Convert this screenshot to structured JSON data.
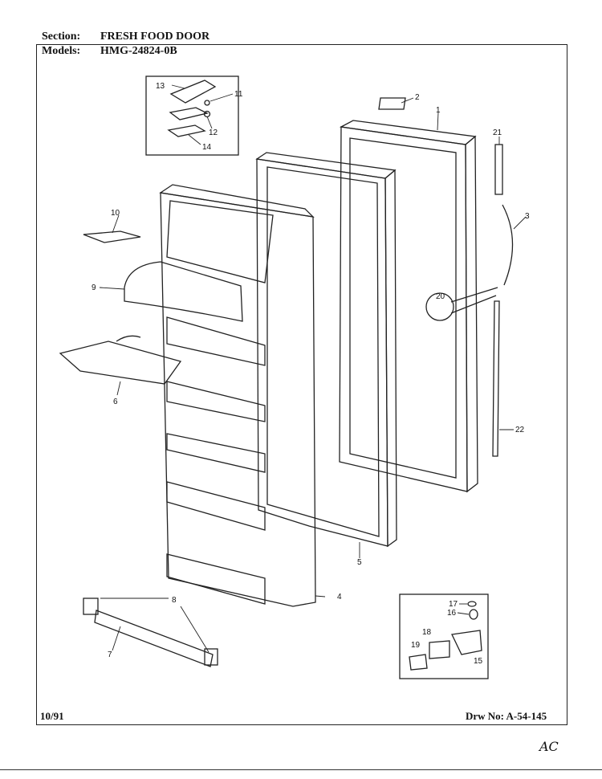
{
  "header": {
    "section_label": "Section:",
    "section_value": "FRESH FOOD DOOR",
    "models_label": "Models:",
    "models_value": "HMG-24824-0B"
  },
  "footer": {
    "date": "10/91",
    "drawing_number": "Drw No: A-54-145"
  },
  "handwritten_mark": "AC",
  "callouts": {
    "c1": "1",
    "c2": "2",
    "c3": "3",
    "c4": "4",
    "c5": "5",
    "c6": "6",
    "c7": "7",
    "c8": "8",
    "c9": "9",
    "c10": "10",
    "c11": "11",
    "c12": "12",
    "c13": "13",
    "c14": "14",
    "c15": "15",
    "c16": "16",
    "c17": "17",
    "c18": "18",
    "c19": "19",
    "c20": "20",
    "c21": "21",
    "c22": "22"
  }
}
